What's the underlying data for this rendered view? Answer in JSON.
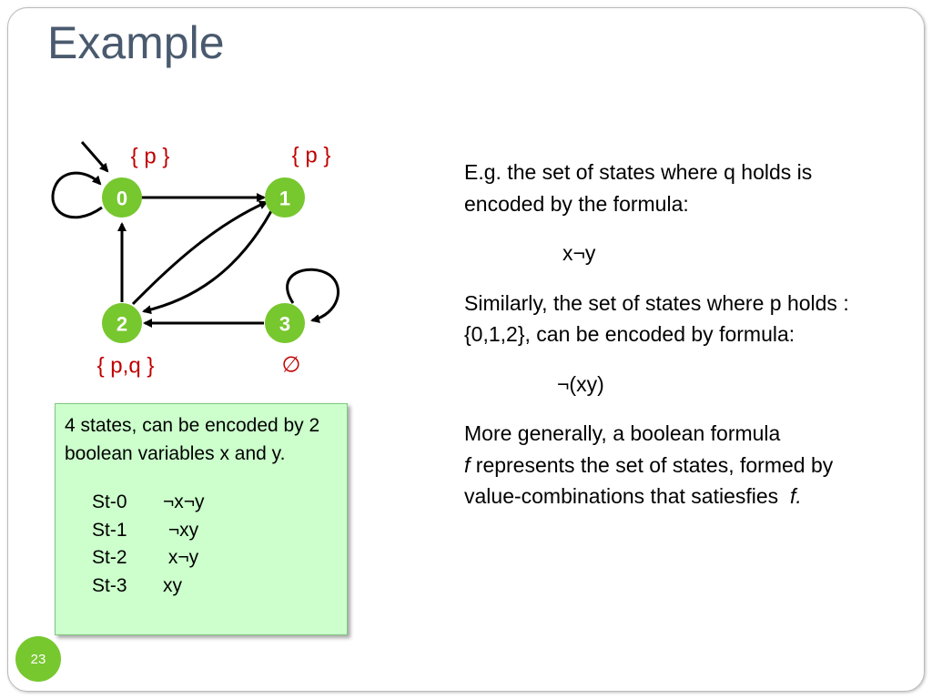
{
  "slide": {
    "title": "Example",
    "page_number": "23"
  },
  "colors": {
    "title": "#4a5a6e",
    "node_fill": "#77c72e",
    "label_red": "#c00000",
    "note_fill": "#ccffcc"
  },
  "diagram": {
    "nodes": [
      {
        "id": "0",
        "label": "0"
      },
      {
        "id": "1",
        "label": "1"
      },
      {
        "id": "2",
        "label": "2"
      },
      {
        "id": "3",
        "label": "3"
      }
    ],
    "state_labels": {
      "s0": "{ p }",
      "s1": "{ p }",
      "s2": "{ p,q }",
      "s3": "∅"
    },
    "edges": [
      {
        "from": "initial",
        "to": "0"
      },
      {
        "from": "0",
        "to": "0"
      },
      {
        "from": "0",
        "to": "1"
      },
      {
        "from": "1",
        "to": "2"
      },
      {
        "from": "2",
        "to": "1"
      },
      {
        "from": "2",
        "to": "0"
      },
      {
        "from": "3",
        "to": "2"
      },
      {
        "from": "3",
        "to": "3"
      }
    ]
  },
  "note": {
    "intro": "4 states, can be encoded by 2 boolean variables x and y.",
    "encodings": [
      {
        "state": "St-0",
        "code": "¬x¬y"
      },
      {
        "state": "St-1",
        "code": " ¬xy"
      },
      {
        "state": "St-2",
        "code": " x¬y"
      },
      {
        "state": "St-3",
        "code": "xy"
      }
    ]
  },
  "right": {
    "p1": "E.g. the set of states where q holds is encoded by the formula:",
    "formula1": "x¬y",
    "p2": "Similarly, the set of states where p holds : {0,1,2}, can be encoded by formula:",
    "formula2": "¬(xy)",
    "p3_italic": "f",
    "p3_a": "More generally, a boolean formula ",
    "p3_b": " represents the set of states, formed by value-combinations that satiesfies  ",
    "p3_end": "f."
  }
}
